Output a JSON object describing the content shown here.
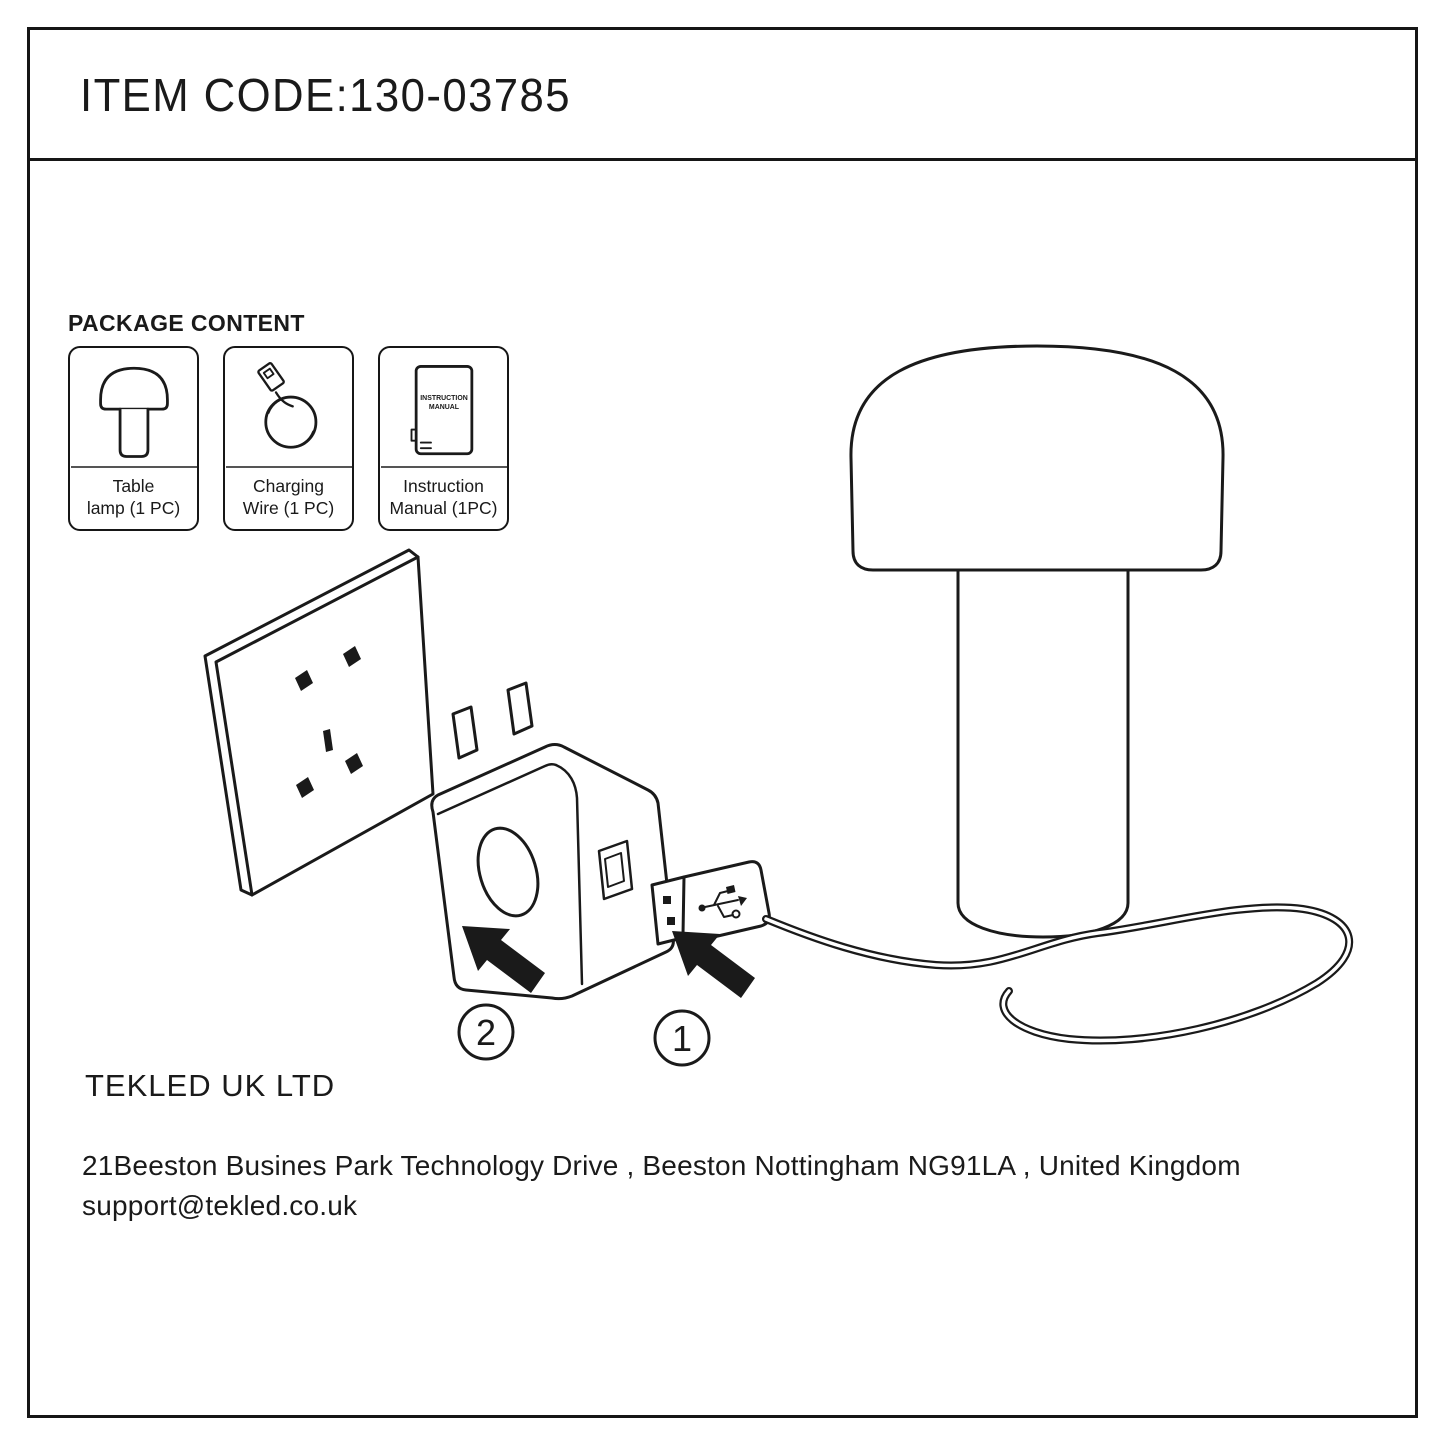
{
  "header": {
    "item_code": "ITEM CODE:130-03785"
  },
  "package_content": {
    "title": "PACKAGE CONTENT",
    "items": [
      {
        "id": "table-lamp",
        "line1": "Table",
        "line2": "lamp (1 PC)"
      },
      {
        "id": "charging-wire",
        "line1": "Charging",
        "line2": "Wire (1 PC)"
      },
      {
        "id": "instruction-manual",
        "line1": "Instruction",
        "line2": "Manual (1PC)"
      }
    ],
    "manual_line1": "INSTRUCTION",
    "manual_line2": "MANUAL"
  },
  "diagram": {
    "step1": "1",
    "step2": "2"
  },
  "footer": {
    "company": "TEKLED UK LTD",
    "address": "21Beeston Busines Park Technology Drive ,  Beeston Nottingham NG91LA ,  United Kingdom",
    "email": "support@tekled.co.uk"
  },
  "colors": {
    "ink": "#1a1a1a",
    "paper": "#ffffff"
  }
}
